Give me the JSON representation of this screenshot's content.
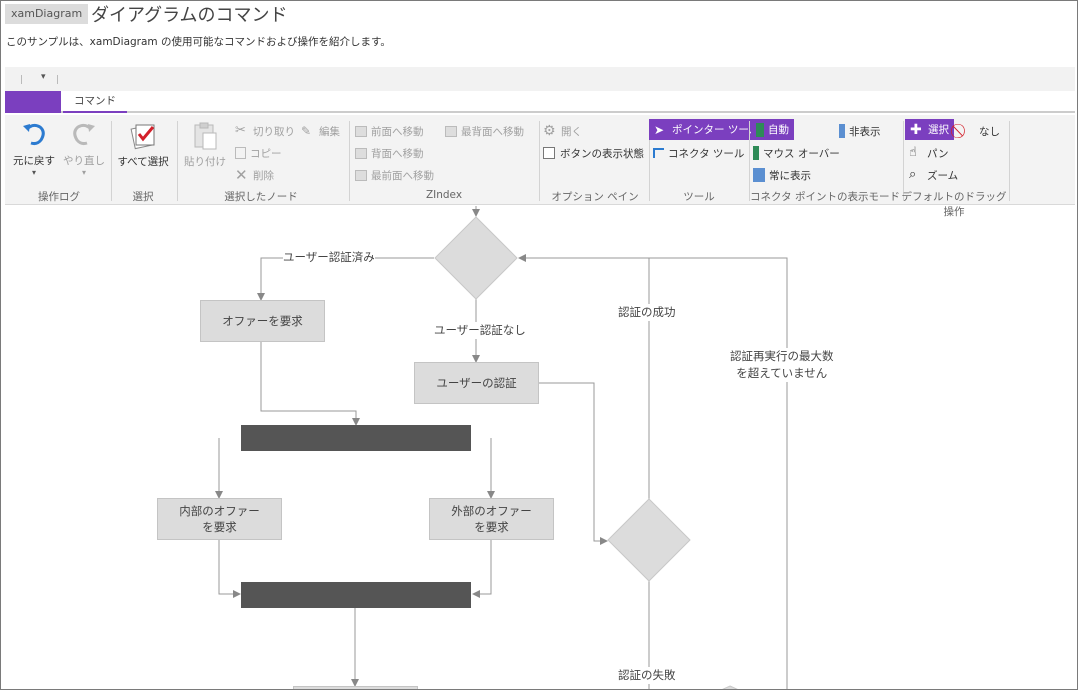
{
  "header": {
    "badge": "xamDiagram",
    "title": "ダイアグラムのコマンド",
    "subtitle": "このサンプルは、xamDiagram の使用可能なコマンドおよび操作を紹介します。"
  },
  "ribbon_tab": "コマンド",
  "groups": {
    "history": {
      "label": "操作ログ",
      "undo": "元に戻す",
      "redo": "やり直し"
    },
    "selection": {
      "label": "選択",
      "select_all": "すべて選択"
    },
    "selected_nodes": {
      "label": "選択したノード",
      "paste": "貼り付け",
      "cut": "切り取り",
      "copy": "コピー",
      "delete": "削除",
      "edit": "編集"
    },
    "zindex": {
      "label": "ZIndex",
      "bring_forward": "前面へ移動",
      "send_backward": "背面へ移動",
      "bring_to_front": "最前面へ移動",
      "send_to_back": "最背面へ移動"
    },
    "options_pane": {
      "label": "オプション ペイン",
      "open": "開く",
      "button_visibility": "ボタンの表示状態"
    },
    "tools": {
      "label": "ツール",
      "pointer": "ポインター ツール",
      "connector": "コネクタ ツール"
    },
    "connector_points": {
      "label": "コネクタ ポイントの表示モード",
      "auto": "自動",
      "hidden": "非表示",
      "mouse_over": "マウス オーバー",
      "always": "常に表示"
    },
    "drag": {
      "label": "デフォルトのドラッグ操作",
      "select": "選択",
      "none": "なし",
      "pan": "パン",
      "zoom": "ズーム"
    }
  },
  "diagram": {
    "nodes": {
      "request_offer": "オファーを要求",
      "user_auth": "ユーザーの認証",
      "internal_offer": "内部のオファー\nを要求",
      "external_offer": "外部のオファー\nを要求"
    },
    "labels": {
      "authenticated": "ユーザー認証済み",
      "not_authenticated": "ユーザー認証なし",
      "auth_success": "認証の成功",
      "max_retries": "認証再実行の最大数\nを超えていません",
      "auth_failed": "認証の失敗"
    }
  }
}
